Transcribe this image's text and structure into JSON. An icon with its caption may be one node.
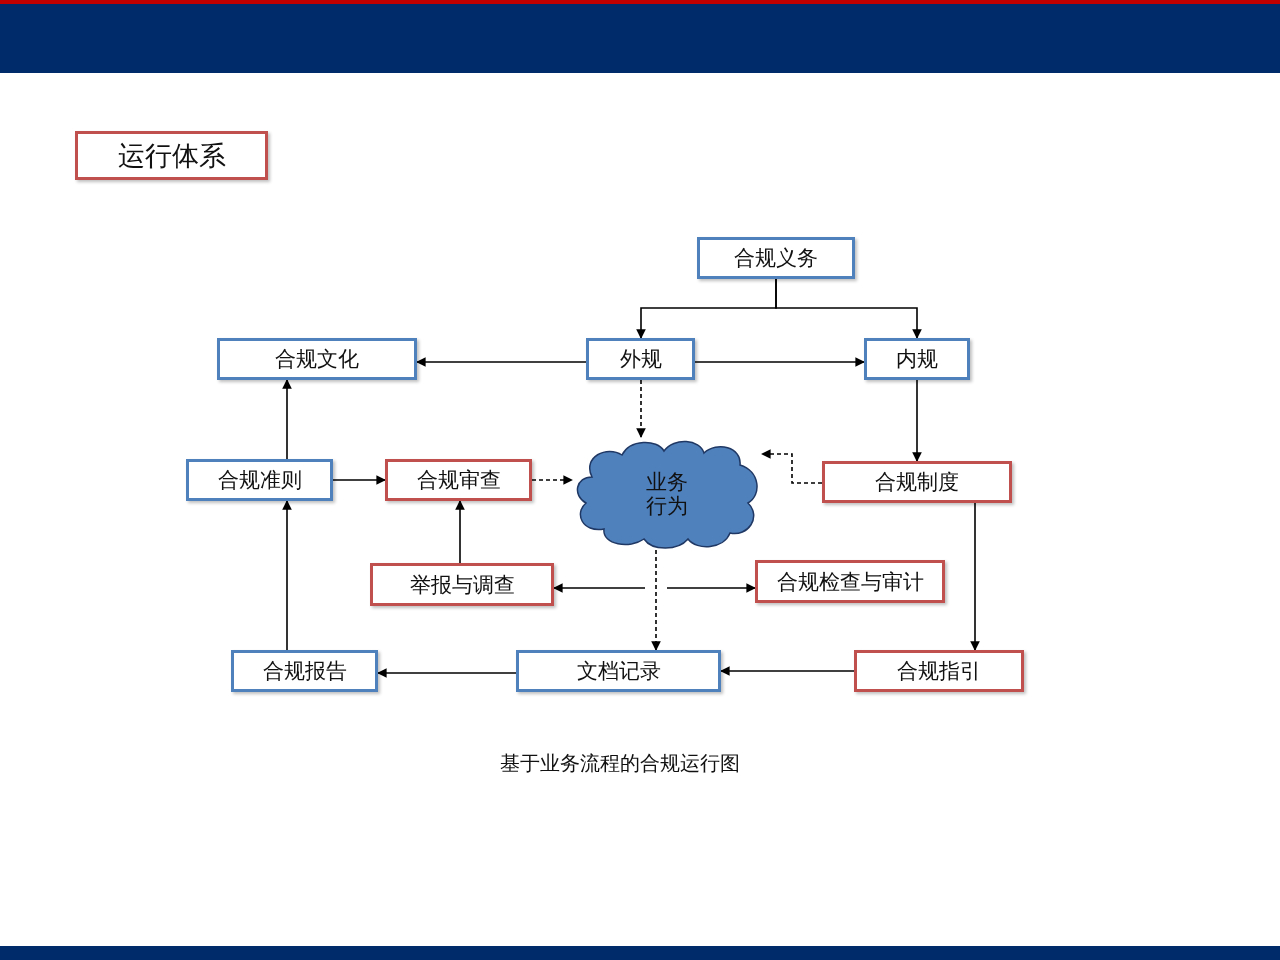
{
  "diagram": {
    "caption": "基于业务流程的合规运行图",
    "nodes": [
      {
        "text": [
          "运行体系"
        ]
      },
      {
        "text": [
          "合规义务"
        ]
      },
      {
        "text": [
          "外规"
        ]
      },
      {
        "text": [
          "内规"
        ]
      },
      {
        "text": [
          "合规文化"
        ]
      },
      {
        "text": [
          "合规准则"
        ]
      },
      {
        "text": [
          "合规审查"
        ]
      },
      {
        "text": [
          "业务行为"
        ]
      },
      {
        "text": [
          "合规制度"
        ]
      },
      {
        "text": [
          "举报与调查"
        ]
      },
      {
        "text": [
          "合规检查与审计"
        ]
      },
      {
        "text": [
          "合规报告"
        ]
      },
      {
        "text": [
          "文档记录"
        ]
      },
      {
        "text": [
          "合规指引"
        ]
      }
    ],
    "edges": [
      {
        "from": 1,
        "to": 2,
        "arrow": "to"
      },
      {
        "from": 1,
        "to": 3,
        "arrow": "to"
      },
      {
        "from": 2,
        "to": 4,
        "arrow": "to"
      },
      {
        "from": 2,
        "to": 3,
        "arrow": "to"
      },
      {
        "from": 2,
        "to": 7,
        "arrow": "to",
        "style": "dashed"
      },
      {
        "from": 3,
        "to": 8,
        "arrow": "to"
      },
      {
        "from": 8,
        "to": 7,
        "arrow": "to",
        "style": "dashed"
      },
      {
        "from": 5,
        "to": 4,
        "arrow": "to"
      },
      {
        "from": 5,
        "to": 6,
        "arrow": "to"
      },
      {
        "from": 6,
        "to": 7,
        "arrow": "to",
        "style": "dashed"
      },
      {
        "from": 9,
        "to": 6,
        "arrow": "to"
      },
      {
        "from": null,
        "to": 9,
        "arrow": "to"
      },
      {
        "from": 7,
        "to": 12,
        "arrow": "to",
        "style": "dashed"
      },
      {
        "from": null,
        "to": 10,
        "arrow": "to"
      },
      {
        "from": 8,
        "to": 13,
        "arrow": "to"
      },
      {
        "from": 13,
        "to": 12,
        "arrow": "to"
      },
      {
        "from": 12,
        "to": 11,
        "arrow": "to"
      },
      {
        "from": 11,
        "to": 5,
        "arrow": "to"
      }
    ]
  }
}
